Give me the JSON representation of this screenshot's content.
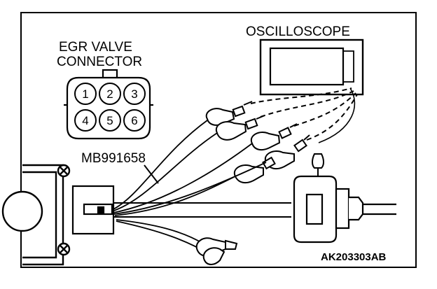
{
  "labels": {
    "connector_line1": "EGR VALVE",
    "connector_line2": "CONNECTOR",
    "oscilloscope": "OSCILLOSCOPE",
    "harness": "MB991658",
    "figure_code": "AK203303AB"
  },
  "connector_pins": [
    "1",
    "2",
    "3",
    "4",
    "5",
    "6"
  ]
}
